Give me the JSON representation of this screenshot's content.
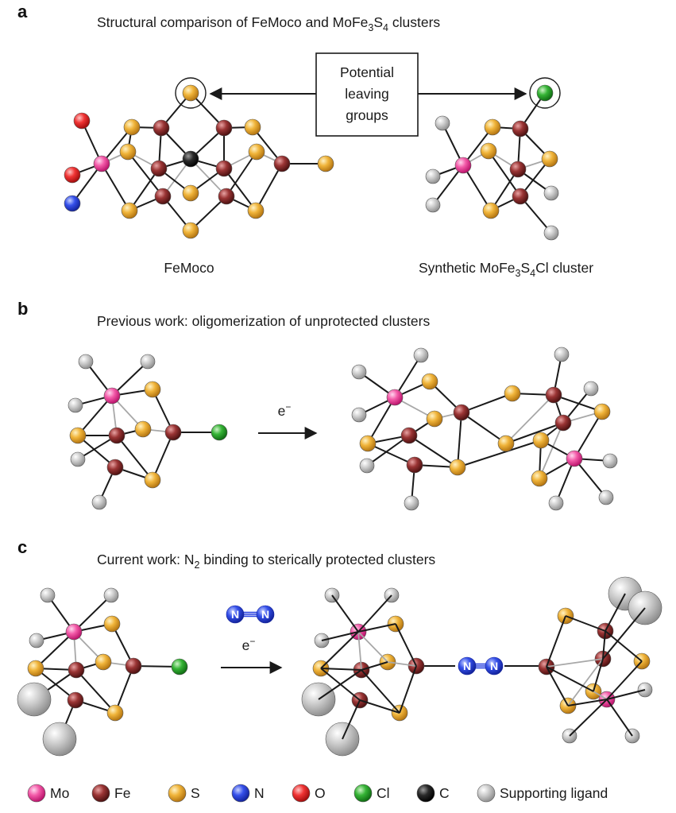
{
  "panels": {
    "a": {
      "label": "a",
      "title": "Structural comparison of FeMoco and MoFe3S4 clusters",
      "box_lines": [
        "Potential",
        "leaving",
        "groups"
      ],
      "caption_left": "FeMoco",
      "caption_right": "Synthetic MoFe3S4Cl cluster"
    },
    "b": {
      "label": "b",
      "title": "Previous work: oligomerization of unprotected clusters",
      "arrow_label": "e−"
    },
    "c": {
      "label": "c",
      "title": "Current work: N2 binding to sterically protected clusters",
      "reagent": "N",
      "arrow_label": "e−"
    }
  },
  "legend": [
    {
      "key": "Mo",
      "label": "Mo",
      "color": "#ee2f8f"
    },
    {
      "key": "Fe",
      "label": "Fe",
      "color": "#8b2a2a"
    },
    {
      "key": "S",
      "label": "S",
      "color": "#e8a92b"
    },
    {
      "key": "N",
      "label": "N",
      "color": "#2a43e0"
    },
    {
      "key": "O",
      "label": "O",
      "color": "#e8262a"
    },
    {
      "key": "Cl",
      "label": "Cl",
      "color": "#2da52d"
    },
    {
      "key": "C",
      "label": "C",
      "color": "#111111"
    },
    {
      "key": "L",
      "label": "Supporting ligand",
      "color": "#b8b8b8"
    }
  ]
}
